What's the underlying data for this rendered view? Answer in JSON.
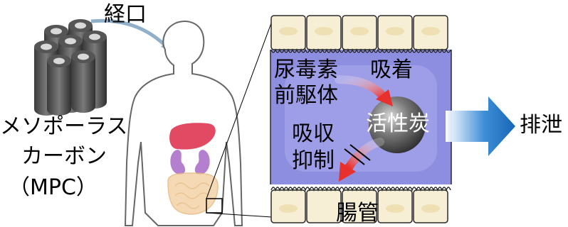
{
  "labels": {
    "oral": "経口",
    "mpc_line1": "メソポーラス",
    "mpc_line2": "カーボン",
    "mpc_line3": "（MPC）",
    "precursor_line1": "尿毒素",
    "precursor_line2": "前駆体",
    "adsorption": "吸着",
    "activated_carbon": "活性炭",
    "absorption_line1": "吸収",
    "absorption_line2": "抑制",
    "intestine": "腸管",
    "excretion": "排泄"
  },
  "colors": {
    "intestine_fill": "#8e8ee0",
    "cell_fill": "#f6efd6",
    "excretion_arrow": "#1f79c9",
    "adsorb_arrow": "#e8302c",
    "carbon_sphere": "#6d6d6d",
    "cylinder": "#4a4a4a",
    "liver": "#e24a64",
    "kidney": "#b57fd0",
    "bowel": "#f3d3a8"
  }
}
